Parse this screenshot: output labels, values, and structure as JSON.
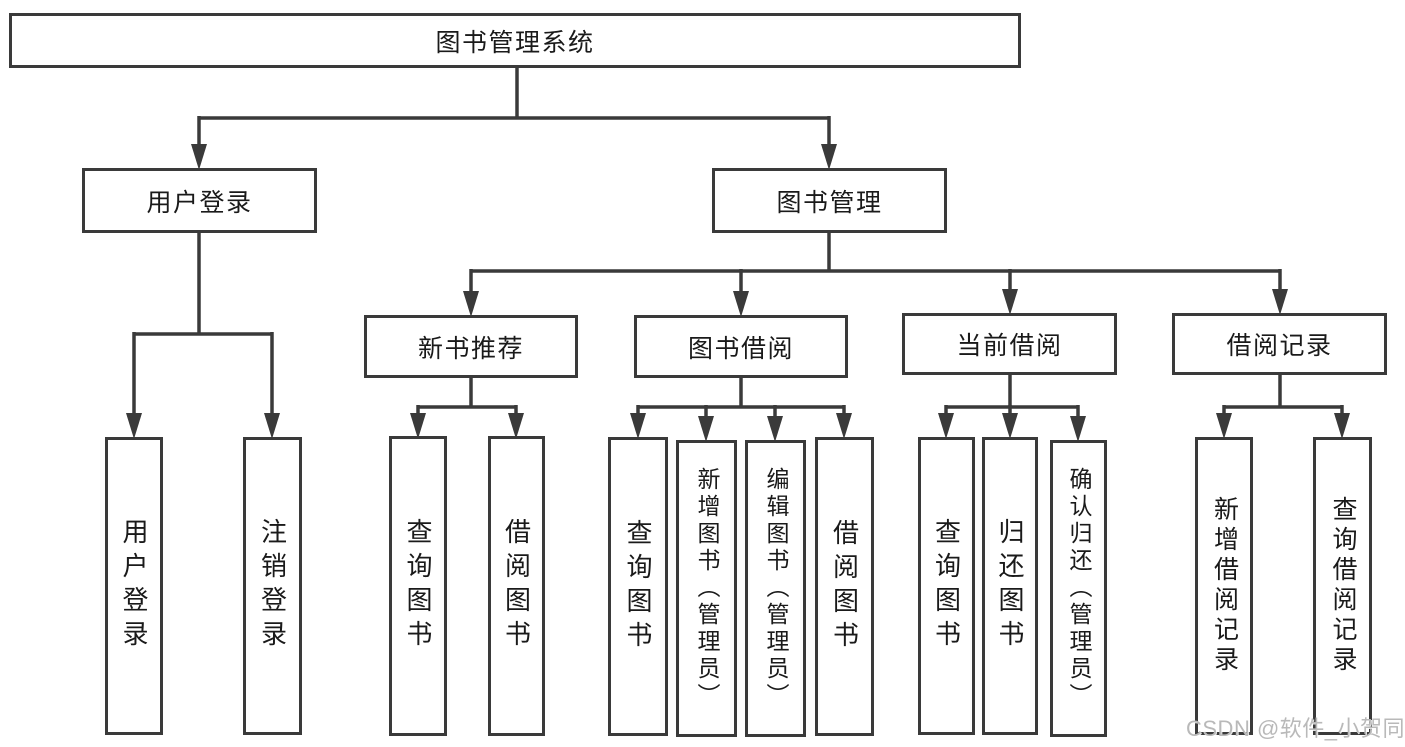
{
  "root_label": "图书管理系统",
  "user_login": {
    "label": "用户登录",
    "children": [
      "用户登录",
      "注销登录"
    ]
  },
  "book_mgmt": {
    "label": "图书管理",
    "new_book_rec": {
      "label": "新书推荐",
      "children": [
        "查询图书",
        "借阅图书"
      ]
    },
    "book_borrow": {
      "label": "图书借阅",
      "children": [
        "查询图书",
        "新增图书（管理员）",
        "编辑图书（管理员）",
        "借阅图书"
      ]
    },
    "current_borrow": {
      "label": "当前借阅",
      "children": [
        "查询图书",
        "归还图书",
        "确认归还（管理员）"
      ]
    },
    "borrow_records": {
      "label": "借阅记录",
      "children": [
        "新增借阅记录",
        "查询借阅记录"
      ]
    }
  },
  "watermark": "CSDN @软件_小贺同学",
  "colors": {
    "line": "#3a3a3a",
    "text": "#1a1a1a",
    "watermark": "#b9b9b9",
    "background": "#ffffff"
  }
}
